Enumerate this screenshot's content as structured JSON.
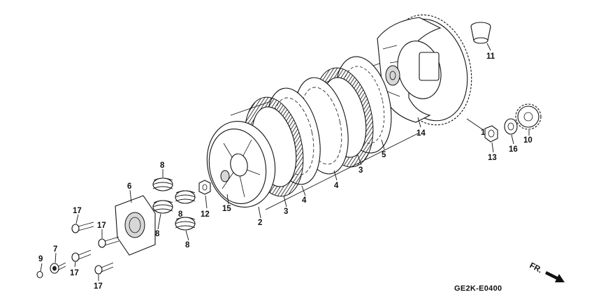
{
  "diagram_code": "GE2K-E0400",
  "direction_label": "FR.",
  "callouts": [
    {
      "id": "c1",
      "text": "1"
    },
    {
      "id": "c2",
      "text": "2"
    },
    {
      "id": "c3a",
      "text": "3"
    },
    {
      "id": "c3b",
      "text": "3"
    },
    {
      "id": "c4a",
      "text": "4"
    },
    {
      "id": "c4b",
      "text": "4"
    },
    {
      "id": "c5",
      "text": "5"
    },
    {
      "id": "c6",
      "text": "6"
    },
    {
      "id": "c7",
      "text": "7"
    },
    {
      "id": "c8a",
      "text": "8"
    },
    {
      "id": "c8b",
      "text": "8"
    },
    {
      "id": "c8c",
      "text": "8"
    },
    {
      "id": "c8d",
      "text": "8"
    },
    {
      "id": "c9",
      "text": "9"
    },
    {
      "id": "c10",
      "text": "10"
    },
    {
      "id": "c11",
      "text": "11"
    },
    {
      "id": "c12",
      "text": "12"
    },
    {
      "id": "c13",
      "text": "13"
    },
    {
      "id": "c14",
      "text": "14"
    },
    {
      "id": "c15",
      "text": "15"
    },
    {
      "id": "c16",
      "text": "16"
    },
    {
      "id": "c17a",
      "text": "17"
    },
    {
      "id": "c17b",
      "text": "17"
    },
    {
      "id": "c17c",
      "text": "17"
    },
    {
      "id": "c17d",
      "text": "17"
    }
  ]
}
